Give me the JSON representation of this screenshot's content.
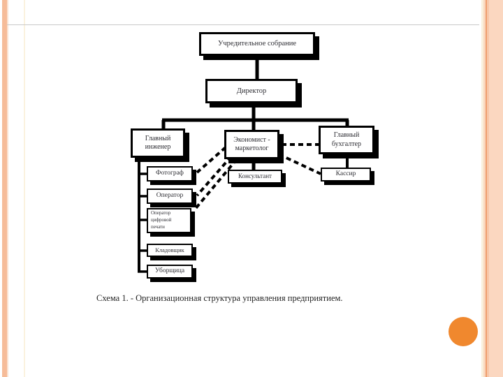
{
  "slide": {
    "caption": "Схема 1. - Организационная структура управления предприятием.",
    "theme": {
      "left_stripe_color": "#f6bc99",
      "right_band_color": "#fbd7c0",
      "right_accent_color": "#ef9e6f",
      "cream_stripe_color": "#faf0dc",
      "top_rule_color": "#c9c9c9",
      "circle_color": "#f0882e",
      "node_border_color": "#000000",
      "node_shadow_color": "#000000",
      "node_text_color": "#2d2d33"
    }
  },
  "org_chart": {
    "nodes": [
      {
        "id": "founding-assembly",
        "label": "Учредительное собрание"
      },
      {
        "id": "director",
        "label": "Директор"
      },
      {
        "id": "chief-engineer",
        "label": "Главный инженер"
      },
      {
        "id": "economist-marketer",
        "label": "Экономист - маркетолог"
      },
      {
        "id": "chief-accountant",
        "label": "Главный бухгалтер"
      },
      {
        "id": "photographer",
        "label": "Фотограф"
      },
      {
        "id": "operator",
        "label": "Оператор"
      },
      {
        "id": "digital-print-operator",
        "label": "Оператор цифровой печати"
      },
      {
        "id": "storekeeper",
        "label": "Кладовщик"
      },
      {
        "id": "cleaner",
        "label": "Уборщица"
      },
      {
        "id": "consultant",
        "label": "Консультант"
      },
      {
        "id": "cashier",
        "label": "Кассир"
      }
    ],
    "solid_links": [
      [
        "founding-assembly",
        "director"
      ],
      [
        "director",
        "chief-engineer"
      ],
      [
        "director",
        "economist-marketer"
      ],
      [
        "director",
        "chief-accountant"
      ],
      [
        "chief-engineer",
        "photographer"
      ],
      [
        "chief-engineer",
        "operator"
      ],
      [
        "chief-engineer",
        "digital-print-operator"
      ],
      [
        "chief-engineer",
        "storekeeper"
      ],
      [
        "chief-engineer",
        "cleaner"
      ],
      [
        "economist-marketer",
        "consultant"
      ],
      [
        "chief-accountant",
        "cashier"
      ]
    ],
    "dashed_links": [
      [
        "economist-marketer",
        "chief-accountant"
      ],
      [
        "economist-marketer",
        "cashier"
      ],
      [
        "economist-marketer",
        "photographer"
      ],
      [
        "economist-marketer",
        "operator"
      ],
      [
        "economist-marketer",
        "digital-print-operator"
      ]
    ]
  }
}
